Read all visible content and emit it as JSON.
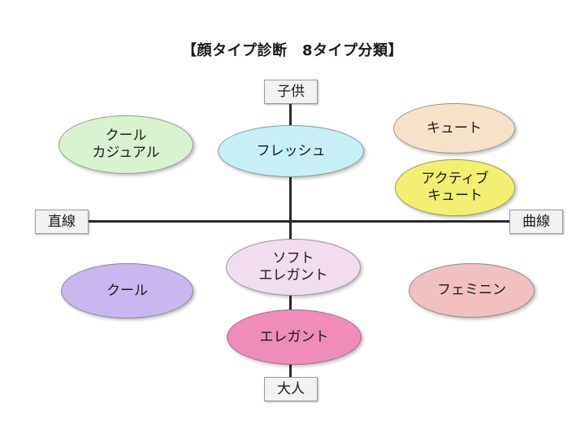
{
  "title": "【顔タイプ診断　8タイプ分類】",
  "axes": {
    "top_label": "子供",
    "bottom_label": "大人",
    "left_label": "直線",
    "right_label": "曲線"
  },
  "colors": {
    "cool_casual": "#d9f2d0",
    "fresh": "#c6f0f5",
    "cute": "#f5e2c8",
    "active_cute": "#f2ef71",
    "cool": "#c8b8ef",
    "soft_elegant": "#f2ddf0",
    "elegant": "#ef8cba",
    "feminine": "#f2c0c0",
    "axis_line": "#2b2b2b",
    "pole_box_fill": "#f2f2f2",
    "pole_box_border": "#9a9a9a",
    "text": "#1a1a1a",
    "background": "#ffffff"
  },
  "nodes": [
    {
      "id": "cool-casual",
      "line1": "クール",
      "line2": "カジュアル"
    },
    {
      "id": "fresh",
      "line1": "フレッシュ",
      "line2": ""
    },
    {
      "id": "cute",
      "line1": "キュート",
      "line2": ""
    },
    {
      "id": "active-cute",
      "line1": "アクティブ",
      "line2": "キュート"
    },
    {
      "id": "cool",
      "line1": "クール",
      "line2": ""
    },
    {
      "id": "soft-elegant",
      "line1": "ソフト",
      "line2": "エレガント"
    },
    {
      "id": "elegant",
      "line1": "エレガント",
      "line2": ""
    },
    {
      "id": "feminine",
      "line1": "フェミニン",
      "line2": ""
    }
  ]
}
